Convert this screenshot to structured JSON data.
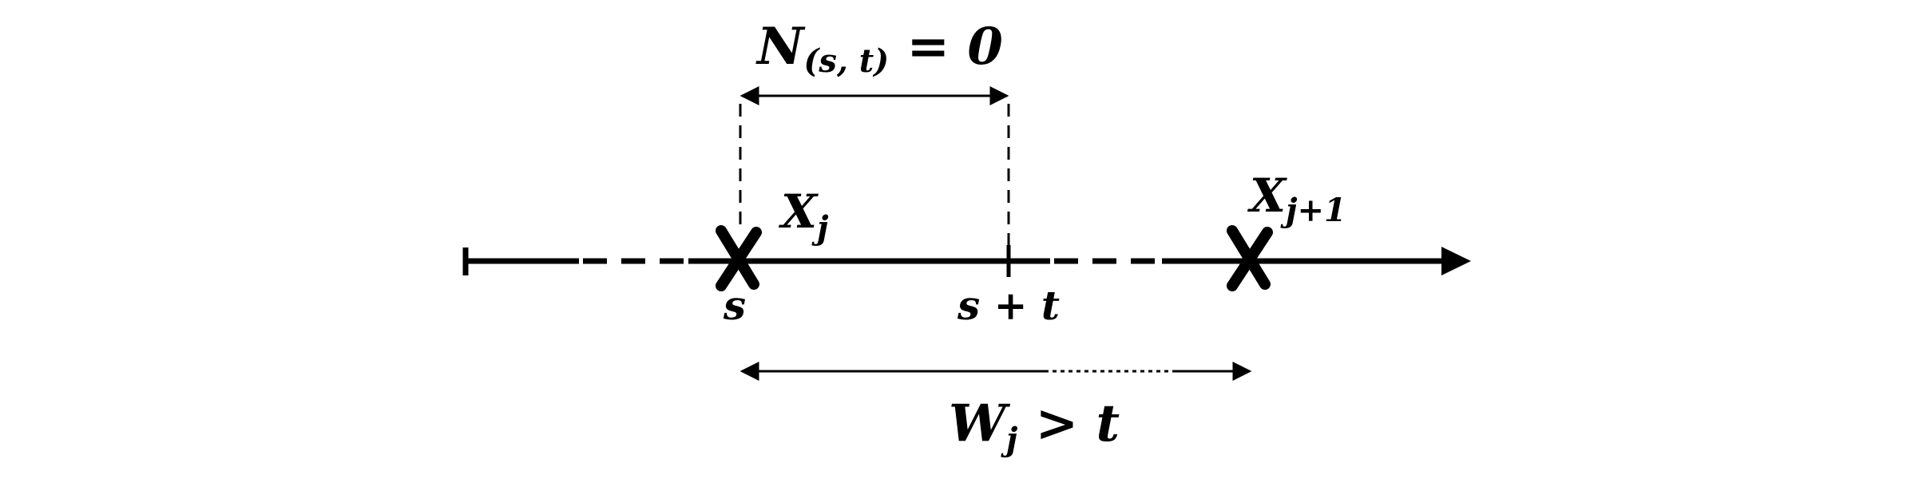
{
  "labels": {
    "count": {
      "main": "N",
      "sub": "(s, t)",
      "rest": " = 0"
    },
    "xj": {
      "main": "X",
      "sub": "j"
    },
    "xj1": {
      "main": "X",
      "sub": "j+1"
    },
    "s": "s",
    "st": "s + t",
    "wait": {
      "main": "W",
      "sub": "j",
      "rest": " > t"
    }
  },
  "colors": {
    "ink": "#000000",
    "background": "#ffffff"
  }
}
